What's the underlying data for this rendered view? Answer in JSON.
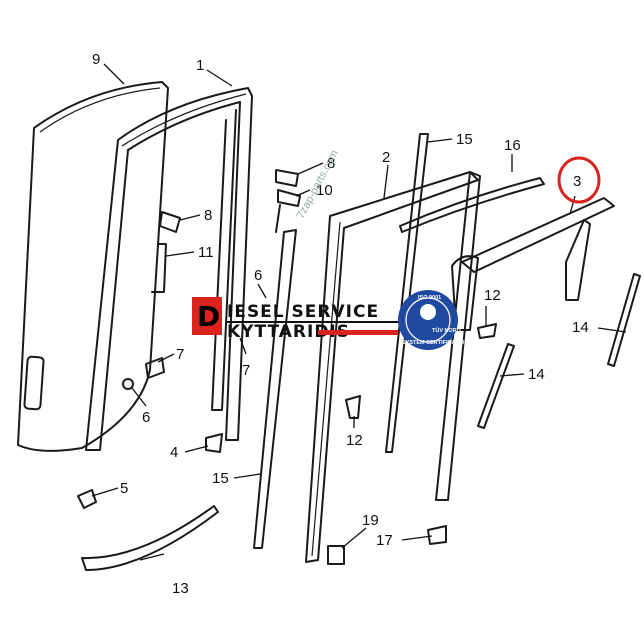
{
  "callouts": {
    "c1": "1",
    "c2": "2",
    "c3": "3",
    "c4": "4",
    "c5": "5",
    "c6a": "6",
    "c6b": "6",
    "c7a": "7",
    "c7b": "7",
    "c8a": "8",
    "c8b": "8",
    "c9": "9",
    "c10": "10",
    "c11": "11",
    "c12a": "12",
    "c12b": "12",
    "c13": "13",
    "c14a": "14",
    "c14b": "14",
    "c15a": "15",
    "c15b": "15",
    "c16": "16",
    "c17": "17",
    "c19": "19"
  },
  "watermark": {
    "text": "7zap-parts.com"
  },
  "brand": {
    "initial": "D",
    "line1": "IESEL SERVICE",
    "line2": "KYTTARIDIS",
    "accent_color": "#d9231f",
    "cert_color": "#1f4aa0",
    "cert_top": "TÜV NORD",
    "cert_bottom": "SYSTEM CERTIFICATION",
    "cert_iso": "ISO 9001"
  },
  "highlight": {
    "part": "3",
    "color": "#d9231f"
  }
}
